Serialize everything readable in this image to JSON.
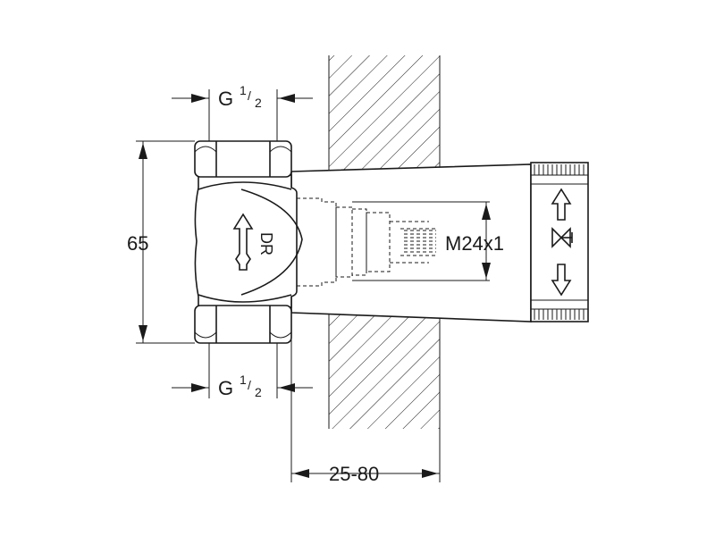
{
  "dimensions": {
    "top_thread": {
      "main": "G",
      "sup": "1",
      "sub": "2"
    },
    "bottom_thread": {
      "main": "G",
      "sup": "1",
      "sub": "2"
    },
    "height": "65",
    "wall_depth": "25-80",
    "cartridge_thread": "M24x1"
  },
  "flow_label": "DR",
  "colors": {
    "line": "#1a1a1a",
    "background": "#ffffff"
  }
}
